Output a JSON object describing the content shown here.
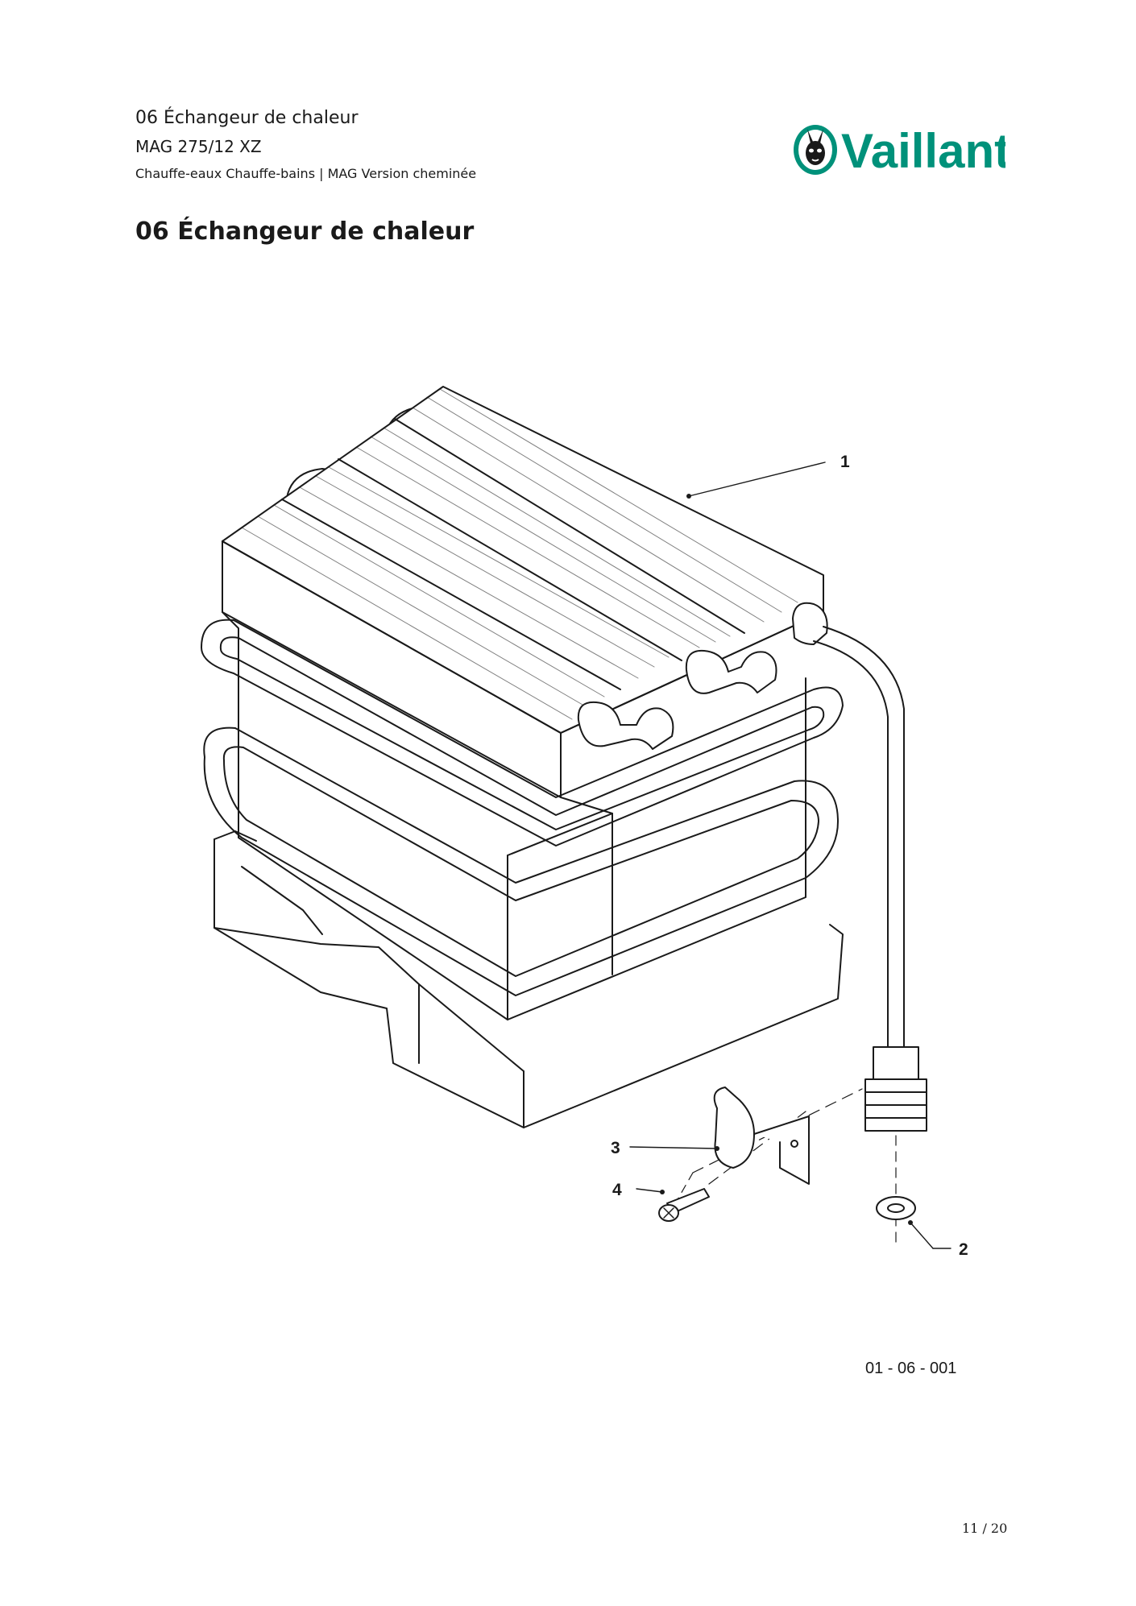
{
  "header": {
    "title": "06 Échangeur de chaleur",
    "model": "MAG 275/12 XZ",
    "category": "Chauffe-eaux Chauffe-bains | MAG Version cheminée"
  },
  "brand": {
    "name": "Vaillant",
    "color": "#00917a",
    "icon": "hare-logo-icon"
  },
  "section_heading": "06 Échangeur de chaleur",
  "drawing": {
    "callouts": [
      "1",
      "2",
      "3",
      "4"
    ],
    "code": "01 - 06 - 001"
  },
  "page_number": "11 / 20"
}
